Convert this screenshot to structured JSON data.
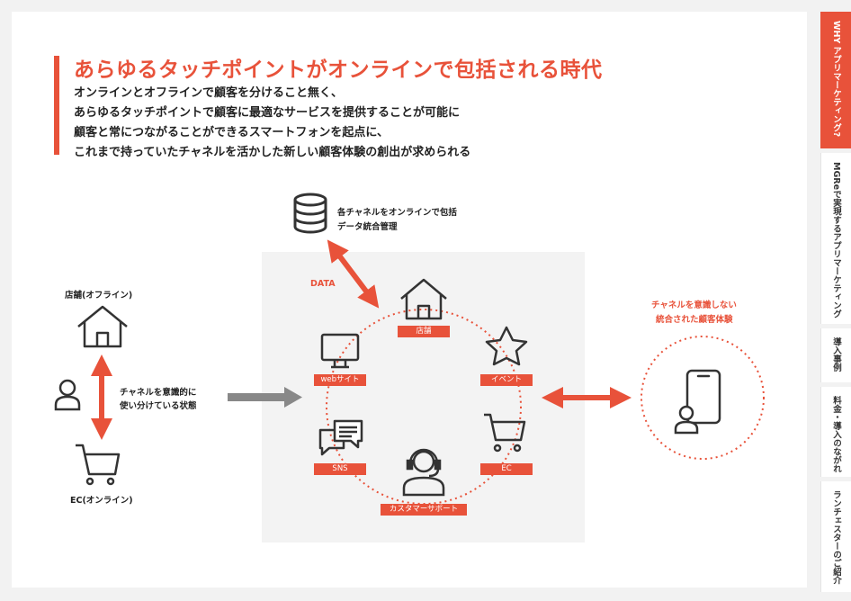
{
  "header": {
    "title": "あらゆるタッチポイントがオンラインで包括される時代",
    "lead": [
      "オンラインとオフラインで顧客を分けること無く、",
      "あらゆるタッチポイントで顧客に最適なサービスを提供することが可能に",
      "顧客と常につながることができるスマートフォンを起点に、",
      "これまで持っていたチャネルを活かした新しい顧客体験の創出が求められる"
    ]
  },
  "left": {
    "store_label": "店舗(オフライン)",
    "ec_label": "EC(オンライン)",
    "state_line1": "チャネルを意識的に",
    "state_line2": "使い分けている状態"
  },
  "center": {
    "db_line1": "各チャネルをオンラインで包括",
    "db_line2": "データ統合管理",
    "data_label": "DATA",
    "nodes": {
      "store": "店舗",
      "web": "webサイト",
      "event": "イベント",
      "sns": "SNS",
      "ec": "EC",
      "support": "カスタマーサポート"
    }
  },
  "right": {
    "line1": "チャネルを意識しない",
    "line2": "統合された顧客体験"
  },
  "tabs": [
    {
      "label": "WHY アプリマーケティング?",
      "active": true
    },
    {
      "label": "MGReで実現するアプリマーケティング",
      "active": false
    },
    {
      "label": "導入事例",
      "active": false
    },
    {
      "label": "料金・導入のながれ",
      "active": false
    },
    {
      "label": "ランチェスターのご紹介",
      "active": false
    }
  ],
  "colors": {
    "accent": "#e8523a",
    "arrow_gray": "#888888",
    "icon": "#333333"
  }
}
